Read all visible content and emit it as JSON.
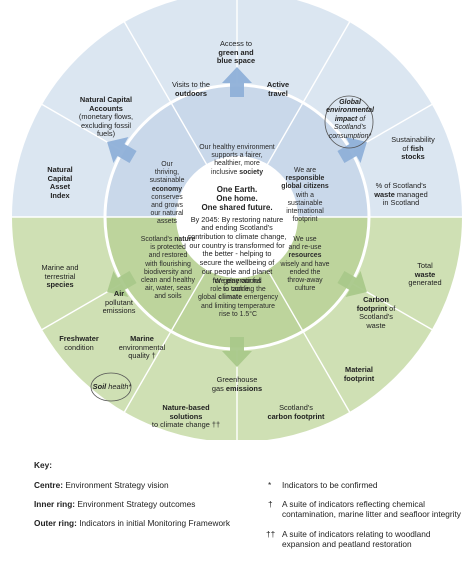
{
  "center": {
    "title": [
      "One Earth.",
      "One home.",
      "One shared future."
    ],
    "body": [
      "By 2045: By restoring nature",
      "and ending Scotland's",
      "contribution to climate change,",
      "our country is transformed for",
      "the better - helping to",
      "secure the wellbeing of",
      "our people and planet",
      "for generations",
      "to come."
    ]
  },
  "inner_ring": {
    "society": [
      "Our healthy environment",
      "supports a fairer,",
      "healthier, more",
      "inclusive",
      "society"
    ],
    "citizens": [
      "We are",
      "responsible",
      "global citizens",
      "with a",
      "sustainable",
      "international",
      "footprint"
    ],
    "resources": [
      "We use",
      "and re-use",
      "resources",
      "wisely and have",
      "ended the",
      "throw-away",
      "culture"
    ],
    "climate": [
      "We play our full",
      "role in tackling the",
      "global",
      "climate",
      "emergency",
      "and limiting temperature",
      "rise to 1.5°C"
    ],
    "nature": [
      "Scotland's",
      "nature",
      "is protected",
      "and restored",
      "with flourishing",
      "biodiversity and",
      "clean and healthy",
      "air, water, seas",
      "and soils"
    ],
    "economy": [
      "Our",
      "thriving,",
      "sustainable",
      "economy",
      "conserves",
      "and grows",
      "our natural",
      "assets"
    ]
  },
  "outer_ring": {
    "green_space": [
      "Access to",
      "green and",
      "blue space"
    ],
    "outdoors": [
      "Visits to the",
      "outdoors"
    ],
    "active_travel": [
      "Active",
      "travel"
    ],
    "global_impact": [
      "Global",
      "environmental",
      "impact",
      "of",
      "Scotland's",
      "consumption*"
    ],
    "fish_stocks": [
      "Sustainability",
      "of",
      "fish",
      "stocks"
    ],
    "waste_managed": [
      "% of Scotland's",
      "waste",
      "managed",
      "in Scotland"
    ],
    "total_waste": [
      "Total",
      "waste",
      "generated"
    ],
    "carbon_footprint": [
      "Carbon",
      "footprint",
      "of",
      "Scotland's",
      "waste"
    ],
    "material_footprint": [
      "Material",
      "footprint"
    ],
    "scotland_carbon": [
      "Scotland's",
      "carbon footprint"
    ],
    "ghg": [
      "Greenhouse",
      "gas",
      "emissions"
    ],
    "nature_solutions": [
      "Nature-based",
      "solutions",
      "to climate change ††"
    ],
    "soil": [
      "Soil",
      "health*"
    ],
    "marine_quality": [
      "Marine",
      "environmental",
      "quality †"
    ],
    "freshwater": [
      "Freshwater",
      "condition"
    ],
    "air_pollutant": [
      "Air",
      "pollutant",
      "emissions"
    ],
    "species": [
      "Marine and",
      "terrestrial",
      "species"
    ],
    "asset_index": [
      "Natural",
      "Capital",
      "Asset",
      "Index"
    ],
    "accounts": [
      "Natural Capital",
      "Accounts",
      "(monetary flows,",
      "excluding fossil",
      "fuels)"
    ]
  },
  "key": {
    "heading": "Key:",
    "centre_label": "Centre:",
    "centre_text": "Environment Strategy vision",
    "inner_label": "Inner ring:",
    "inner_text": "Environment Strategy outcomes",
    "outer_label": "Outer ring:",
    "outer_text": "Indicators in initial Monitoring Framework"
  },
  "notes": [
    {
      "symbol": "*",
      "lines": [
        "Indicators to be confirmed"
      ]
    },
    {
      "symbol": "†",
      "lines": [
        "A suite of indicators reflecting chemical",
        "contamination, marine litter and seafloor integrity"
      ]
    },
    {
      "symbol": "††",
      "lines": [
        "A suite of indicators relating to woodland",
        "expansion and peatland restoration"
      ]
    }
  ],
  "colors": {
    "blue_outer": "#dbe6f1",
    "blue_inner": "#c9d8ea",
    "green_outer": "#cfe0b4",
    "green_inner": "#bdd49c",
    "arrow_blue": "#8fb0d8",
    "arrow_green": "#a9c88a"
  }
}
